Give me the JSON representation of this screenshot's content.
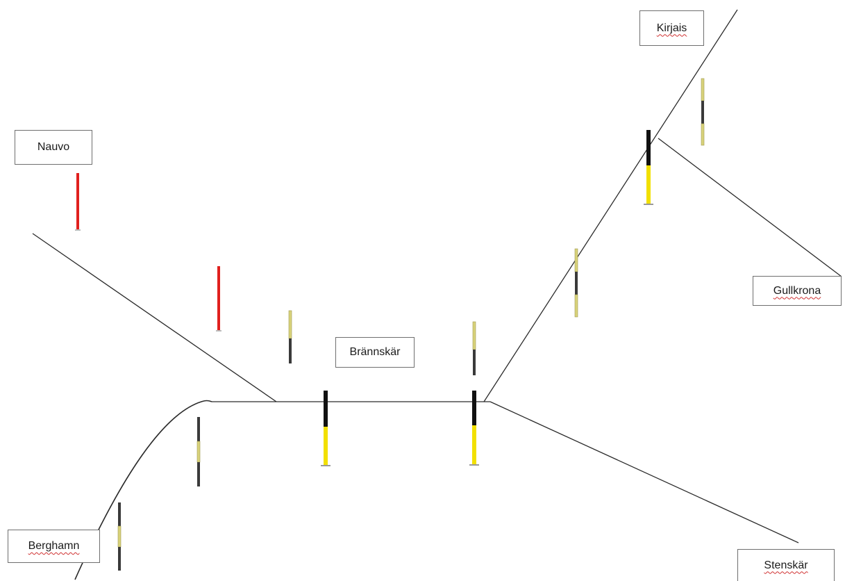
{
  "places": {
    "kirjais": "Kirjais",
    "nauvo": "Nauvo",
    "gullkrona": "Gullkrona",
    "brannskar": "Brännskär",
    "berghamn": "Berghamn",
    "stenskar": "Stenskär"
  },
  "colors": {
    "route_line": "#2a2a2a",
    "marker_red": "#e0201e",
    "marker_yellow": "#f2e000",
    "marker_black": "#111111",
    "marker_pale_yellow": "#d8d27a",
    "marker_dark": "#3a3a3a",
    "label_border": "#6e6e6e",
    "spellcheck_underline": "#d03030"
  },
  "marker_types": {
    "red_pole": "red spar buoy",
    "black_yellow_pole": "black over yellow spar buoy",
    "yellow_black_yellow_pole": "yellow-black-yellow spar buoy",
    "black_yellow_black_pole": "black-yellow-black spar buoy"
  }
}
